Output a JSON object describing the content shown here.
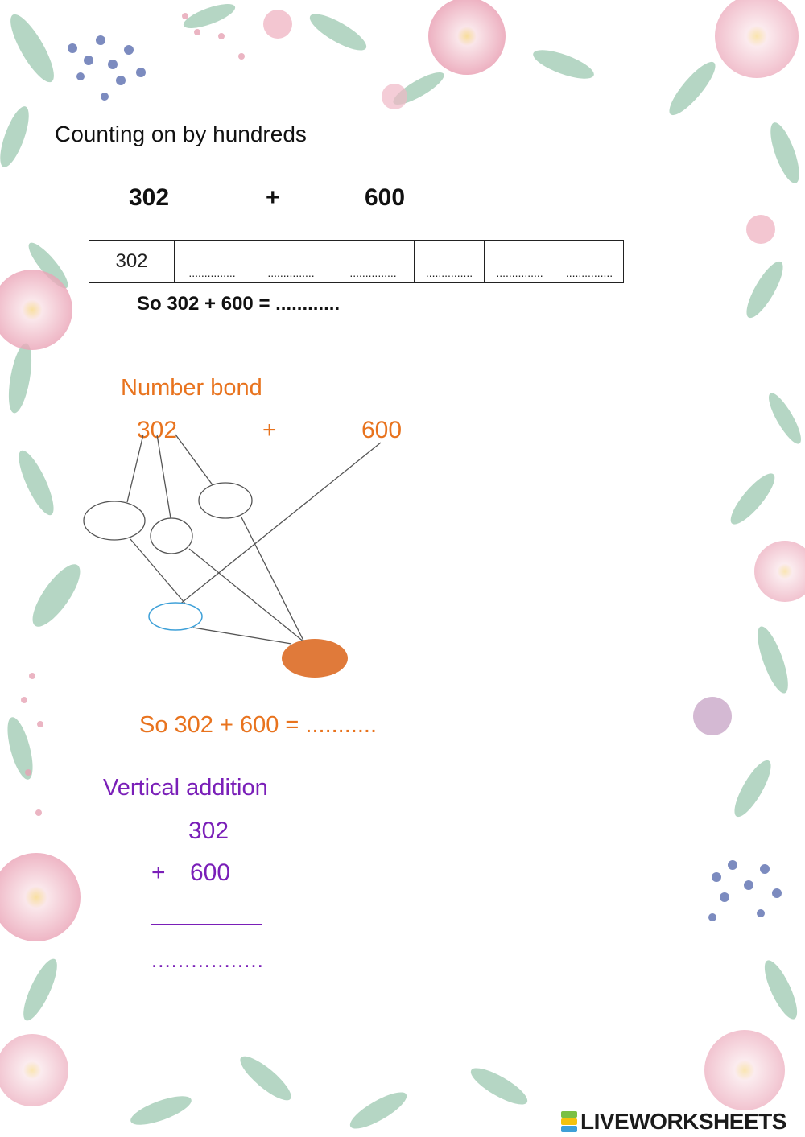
{
  "title": "Counting on by hundreds",
  "problem": {
    "a": "302",
    "op": "+",
    "b": "600"
  },
  "counting_table": {
    "first": "302",
    "blank": "...............",
    "blank_count": 6
  },
  "counting_result": "So 302 + 600 = ............",
  "number_bond": {
    "title": "Number bond",
    "a": "302",
    "op": "+",
    "b": "600",
    "result": "So 302 + 600 = ..........."
  },
  "vertical_addition": {
    "title": "Vertical addition",
    "top": "302",
    "op": "+",
    "bottom": "600",
    "answer": "................."
  },
  "watermark": "LIVEWORKSHEETS",
  "colors": {
    "orange": "#e8731e",
    "purple": "#7a1fb8",
    "bond_fill": "#e07a3a",
    "bond_circle_blue": "#3ea0d8"
  }
}
